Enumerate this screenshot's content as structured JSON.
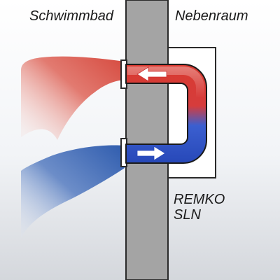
{
  "labels": {
    "left_room": "Schwimmbad",
    "right_room": "Nebenraum",
    "device_line1": "REMKO",
    "device_line2": "SLN"
  },
  "colors": {
    "warm_air": "#d9534a",
    "cold_air": "#3a64b4",
    "wall": "#a4a4a4",
    "wall_outline": "#2a2a2a",
    "arrow": "#ffffff"
  }
}
